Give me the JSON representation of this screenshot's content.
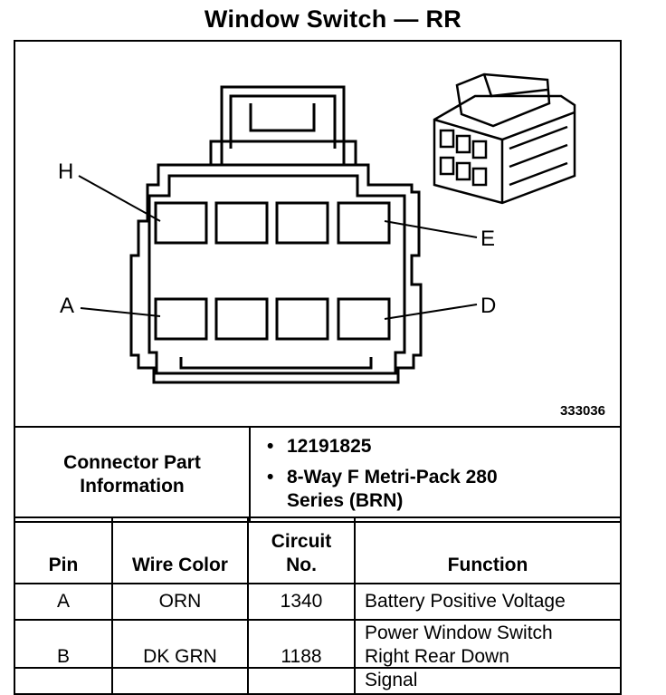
{
  "title": "Window Switch — RR",
  "figure_number": "333036",
  "pin_labels": {
    "h": "H",
    "e": "E",
    "a": "A",
    "d": "D"
  },
  "connector_info": {
    "label": "Connector Part Information",
    "items": [
      "12191825",
      "8-Way F Metri-Pack 280 Series (BRN)"
    ]
  },
  "table": {
    "headers": {
      "pin": "Pin",
      "wire_color": "Wire Color",
      "circuit_no": "Circuit No.",
      "function": "Function"
    },
    "rows": [
      {
        "pin": "A",
        "wire_color": "ORN",
        "circuit_no": "1340",
        "function": "Battery Positive Voltage"
      },
      {
        "pin": "B",
        "wire_color": "DK GRN",
        "circuit_no": "1188",
        "function": "Power Window Switch Right Rear Down Signal"
      }
    ]
  }
}
